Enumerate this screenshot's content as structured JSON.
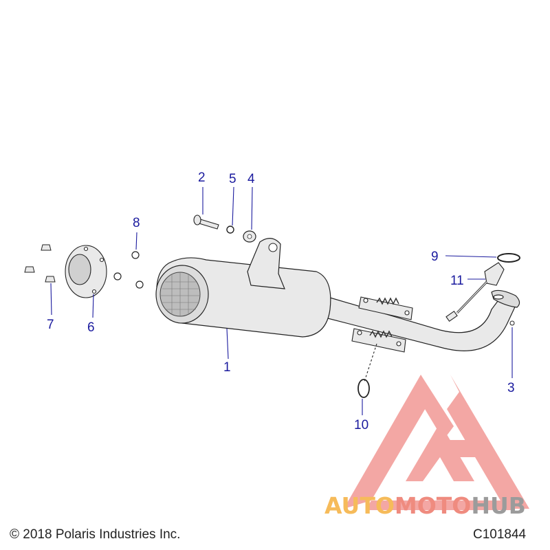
{
  "diagram": {
    "callouts": [
      {
        "label": "1"
      },
      {
        "label": "2"
      },
      {
        "label": "3"
      },
      {
        "label": "4"
      },
      {
        "label": "5"
      },
      {
        "label": "6"
      },
      {
        "label": "7"
      },
      {
        "label": "8"
      },
      {
        "label": "9"
      },
      {
        "label": "10"
      },
      {
        "label": "11"
      }
    ],
    "callout_color": "#1a1a9e",
    "part_fill": "#e9e9e9",
    "part_stroke": "#222222"
  },
  "footer": {
    "copyright": "© 2018 Polaris Industries Inc.",
    "drawing_id": "C101844"
  },
  "watermark": {
    "word_a": "AUTO",
    "word_b": "MOTO",
    "word_c": "HUB",
    "colors": {
      "a": "#f6bb5a",
      "b": "#ef8b7f",
      "c": "#9b9b9b",
      "logo": "#f08a86"
    }
  }
}
